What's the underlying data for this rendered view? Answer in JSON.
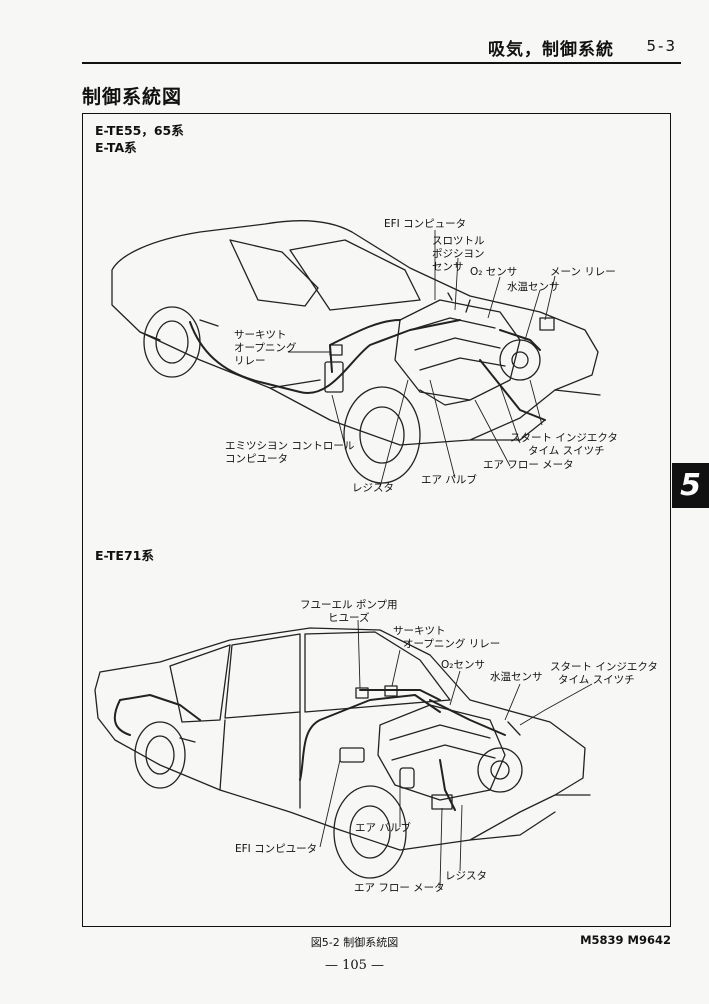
{
  "header": {
    "title": "吸気，制御系統",
    "section": "5-3"
  },
  "section_title": "制御系統図",
  "diagram_top": {
    "model_lines": [
      "E-TE55，65系",
      "E-TA系"
    ],
    "labels": {
      "efi_computer": "EFI コンピュータ",
      "throttle_sensor": [
        "スロツトル",
        "ポジシヨン",
        "センサ"
      ],
      "o2_sensor": "O₂ センサ",
      "main_relay": "メーン リレー",
      "water_temp_sensor": "水温センサ",
      "circuit_opening_relay": [
        "サーキツト",
        "オープニング",
        "リレー"
      ],
      "start_injector_switch": [
        "スタート インジエクタ",
        "タイム スイツチ"
      ],
      "emission_control_computer": [
        "エミツシヨン コントロール",
        "コンピユータ"
      ],
      "air_flow_meter": "エア フロー メータ",
      "air_valve": "エア バルブ",
      "resistor": "レジスタ"
    }
  },
  "diagram_bottom": {
    "model_lines": [
      "E-TE71系"
    ],
    "labels": {
      "fuel_pump_fuse": [
        "フユーエル ポンプ用",
        "ヒユーズ"
      ],
      "circuit_opening_relay": [
        "サーキツト",
        "オープニング リレー"
      ],
      "o2_sensor": "O₂センサ",
      "water_temp_sensor": "水温センサ",
      "start_injector_switch": [
        "スタート インジエクタ",
        "タイム スイツチ"
      ],
      "air_valve": "エア バルブ",
      "efi_computer": "EFI コンピユータ",
      "resistor": "レジスタ",
      "air_flow_meter": "エア フロー メータ"
    }
  },
  "side_tab": "5",
  "figure_caption": "図5-2 制御系統図",
  "figure_refs": "M5839 M9642",
  "page_number": "— 105 —"
}
